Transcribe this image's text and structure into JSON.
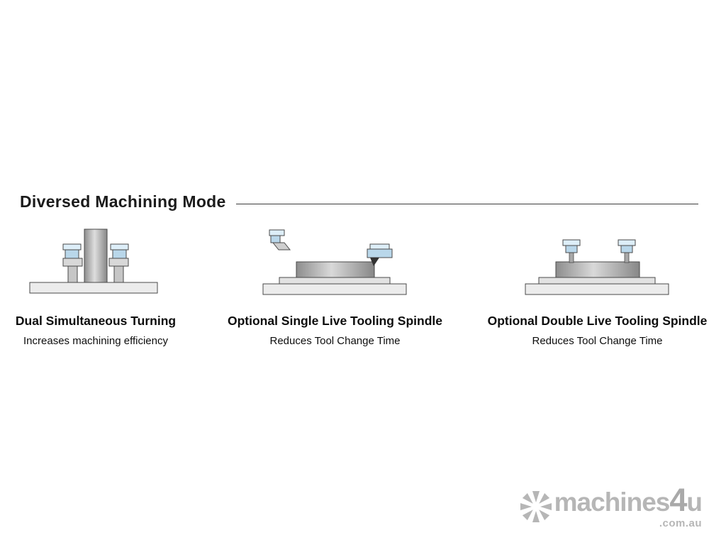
{
  "page": {
    "title": "Diversed Machining Mode"
  },
  "modes": [
    {
      "name": "dual-simultaneous-turning",
      "title": "Dual Simultaneous Turning",
      "subtitle": "Increases machining efficiency"
    },
    {
      "name": "single-live-tooling-spindle",
      "title": "Optional Single Live Tooling Spindle",
      "subtitle": "Reduces Tool Change Time"
    },
    {
      "name": "double-live-tooling-spindle",
      "title": "Optional Double Live Tooling Spindle",
      "subtitle": "Reduces Tool Change Time"
    }
  ],
  "watermark": {
    "brand_prefix": "machines",
    "brand_number": "4",
    "brand_suffix": "u",
    "tld": ".com.au"
  },
  "colors": {
    "text": "#1b1b1b",
    "tool_blue": "#b9d7ea",
    "tool_blue_light": "#ddeef8",
    "metal_gray": "#8d8d8d",
    "base_gray": "#ececec",
    "watermark_gray": "#b6b6b6"
  }
}
